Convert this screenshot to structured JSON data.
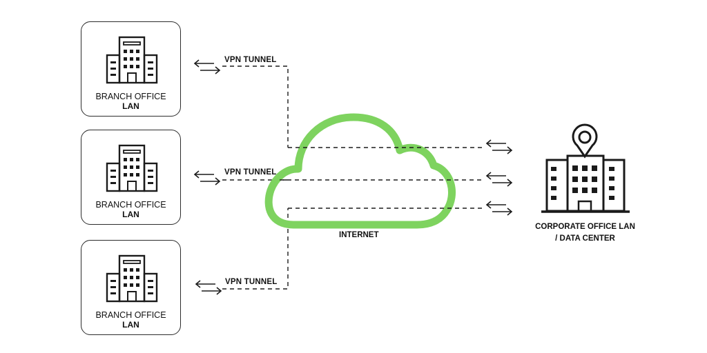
{
  "branches": [
    {
      "line1": "BRANCH OFFICE",
      "line2": "LAN",
      "tunnel": "VPN TUNNEL"
    },
    {
      "line1": "BRANCH OFFICE",
      "line2": "LAN",
      "tunnel": "VPN TUNNEL"
    },
    {
      "line1": "BRANCH OFFICE",
      "line2": "LAN",
      "tunnel": "VPN TUNNEL"
    }
  ],
  "internet": {
    "label": "INTERNET"
  },
  "corporate": {
    "line1": "CORPORATE OFFICE LAN",
    "line2": "/ DATA CENTER"
  },
  "colors": {
    "cloud": "#7ed35f",
    "stroke": "#1a1a1a"
  },
  "icons": {
    "branch": "office-building-icon",
    "corporate": "corporate-building-location-icon",
    "arrows": "bidirectional-arrows-icon",
    "cloud": "cloud-icon"
  }
}
